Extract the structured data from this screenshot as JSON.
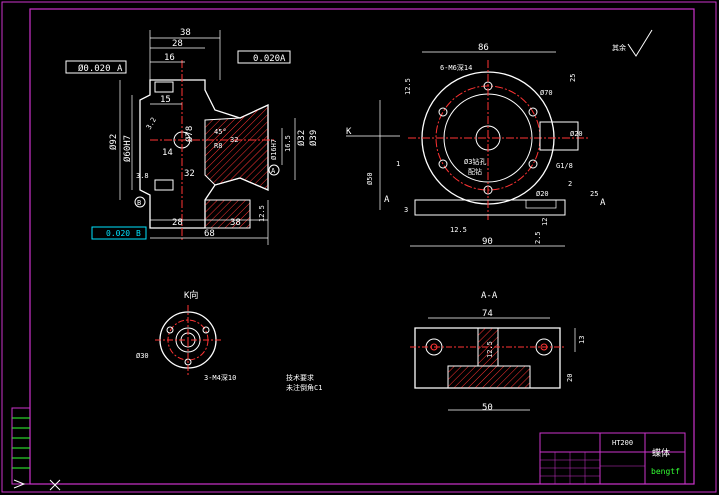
{
  "colors": {
    "background": "#000000",
    "frame": "#cc33cc",
    "outline": "#ffffff",
    "hatch": "#ff3333",
    "center": "#ff3333",
    "title_green": "#33ff33",
    "tolerance_cyan": "#00e5ff"
  },
  "front_view": {
    "dims": {
      "top_38": "38",
      "top_28": "28",
      "top_16": "16",
      "mid_15": "15",
      "left_14": "14",
      "left_38": "3.8",
      "left_32": "32",
      "dia_92": "Ø92",
      "dia_60h7": "Ø60H7",
      "dia_78": "Ø78",
      "dia_32": "Ø32",
      "dia_39": "Ø39",
      "r165": "16.5",
      "r1": "Ø16H7",
      "bottom_28": "28",
      "bottom_38": "38",
      "bottom_68": "68",
      "ra_125": "12.5",
      "ra_32": "3.2",
      "deg_45": "45°",
      "r8": "R8",
      "ra_32b": "32"
    },
    "gdt_top": "0.020",
    "gdt_top_ref": "A",
    "gdt_left": "Ø0.020",
    "gdt_left_ref": "A",
    "gdt_bottom": "0.020",
    "gdt_bottom_ref": "B",
    "datum_a": "A",
    "datum_b": "B"
  },
  "top_view": {
    "dims": {
      "w86": "86",
      "holes": "6-M6深14",
      "dia70": "Ø70",
      "dia20": "Ø20",
      "ra125": "12.5",
      "ra25": "25",
      "dia50": "Ø50",
      "h1": "1",
      "dia3": "Ø3钻孔",
      "note": "配钻",
      "g18": "G1/8",
      "d20b": "Ø20",
      "ra125b": "12.5",
      "h12": "12",
      "h2": "2",
      "d25": "2.5",
      "w90": "90",
      "v3": "3",
      "v25": "25"
    },
    "label_k": "K",
    "datum_a": "A",
    "datum_a2": "A"
  },
  "k_view": {
    "title": "K向",
    "dia30": "Ø30",
    "holes": "3-M4深10"
  },
  "section_aa": {
    "title": "A-A",
    "w74": "74",
    "w50": "50",
    "h13": "13",
    "h20": "20",
    "ra": "12.5"
  },
  "notes": {
    "tech": "技术要求",
    "tech_sub": "未注倒角C1"
  },
  "roughness_symbol": "其余",
  "title_block": {
    "material": "HT200",
    "part_name": "蝶体",
    "designer": "bengtf"
  }
}
